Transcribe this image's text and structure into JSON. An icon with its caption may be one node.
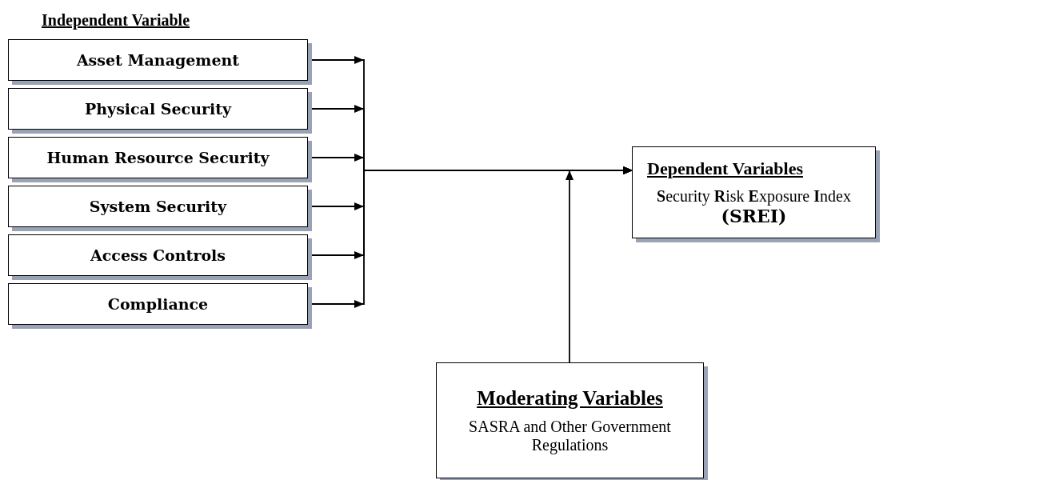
{
  "diagram": {
    "nodes": [
      {
        "text": [
          "Asset Management"
        ]
      },
      {
        "text": [
          "Physical Security"
        ]
      },
      {
        "text": [
          "Human Resource Security"
        ]
      },
      {
        "text": [
          "System Security"
        ]
      },
      {
        "text": [
          "Access Controls"
        ]
      },
      {
        "text": [
          "Compliance"
        ]
      },
      {
        "text": [
          "Dependent Variables",
          "**S**ecurity **R**isk **E**xposure **I**ndex",
          "(SREI)"
        ]
      },
      {
        "text": [
          "Moderating Variables",
          "SASRA and Other Government Regulations"
        ]
      }
    ],
    "edges": [
      {
        "from": 0,
        "to": 6,
        "arrow": "to"
      },
      {
        "from": 1,
        "to": 6,
        "arrow": "to"
      },
      {
        "from": 2,
        "to": 6,
        "arrow": "to"
      },
      {
        "from": 3,
        "to": 6,
        "arrow": "to"
      },
      {
        "from": 4,
        "to": 6,
        "arrow": "to"
      },
      {
        "from": 5,
        "to": 6,
        "arrow": "to"
      },
      {
        "from": 7,
        "to": null,
        "arrow": "to"
      }
    ],
    "labels": [
      "Independent Variable"
    ]
  }
}
